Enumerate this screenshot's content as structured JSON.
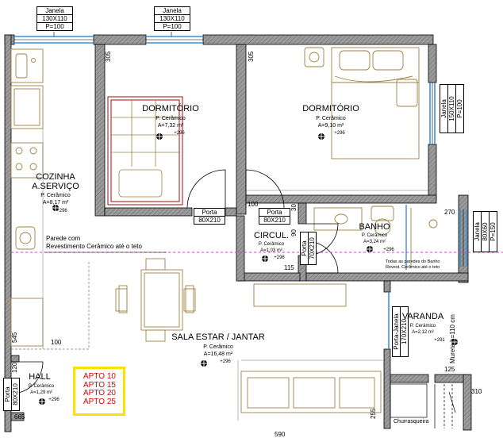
{
  "window_tags": [
    {
      "line1": "Janela",
      "line2": "130X110",
      "line3": "P=100"
    },
    {
      "line1": "Janela",
      "line2": "130X110",
      "line3": "P=100"
    },
    {
      "line1": "Janela",
      "line2": "150X110",
      "line3": "P=100"
    },
    {
      "line1": "Janela",
      "line2": "80X60",
      "line3": "P=150"
    }
  ],
  "door_tags": [
    {
      "line1": "Porta",
      "line2": "80X210"
    },
    {
      "line1": "Porta",
      "line2": "80X210"
    },
    {
      "line1": "Porta",
      "line2": "70X210"
    },
    {
      "line1": "Porta",
      "line2": "80X210"
    },
    {
      "line1": "Porta-Janela",
      "line2": "170X210"
    }
  ],
  "rooms": {
    "dorm1": {
      "name": "DORMITÓRIO",
      "floor": "P. Cerâmico",
      "area": "A=7,32 m²",
      "level": "+296"
    },
    "dorm2": {
      "name": "DORMITÓRIO",
      "floor": "P. Cerâmico",
      "area": "A=9,10 m²",
      "level": "+296"
    },
    "cozinha": {
      "name_line1": "COZINHA",
      "name_line2": "A.SERVIÇO",
      "floor": "P. Cerâmico",
      "area": "A=8,17 m²",
      "level": "+296"
    },
    "banho": {
      "name": "BANHO",
      "floor": "P. Cerâmico",
      "area": "A=3,24 m²",
      "level": "+296"
    },
    "circul": {
      "name": "CIRCUL.",
      "floor": "P. Cerâmico",
      "area": "A=1,03 m²",
      "level": "+296"
    },
    "sala": {
      "name": "SALA ESTAR / JANTAR",
      "floor": "P. Cerâmico",
      "area": "A=16,48 m²",
      "level": "+296"
    },
    "varanda": {
      "name": "VARANDA",
      "floor": "P. Cerâmico",
      "area": "A=2,12 m²",
      "level": "+291"
    },
    "hall": {
      "name": "HALL",
      "floor": "P. Cerâmico",
      "area": "A=1,29 m²",
      "level": "+296"
    }
  },
  "notes": {
    "parede_line1": "Parede com",
    "parede_line2": "Revestimento Cerâmico até o teto",
    "banho_line1": "Todas as paredes do Banho",
    "banho_line2": "Revest. Cerâmico até o teto",
    "mureta": "Mureta h=110 cm",
    "churrasqueira": "Churrasqueira"
  },
  "dimensions": {
    "d305a": "305",
    "d305b": "305",
    "d100a": "100",
    "d30": "30",
    "d270": "270",
    "d90": "90",
    "d115": "115",
    "d545": "545",
    "d100b": "100",
    "d120": "120",
    "d125": "125",
    "d255": "255",
    "d310": "310",
    "d665": "665",
    "d590": "590"
  },
  "apto_list": [
    "APTO 10",
    "APTO 15",
    "APTO 20",
    "APTO 25"
  ],
  "colors": {
    "wall_fill": "#8c8c8c",
    "wall_line": "#000000",
    "window_blue": "#3d8fd6",
    "bed_red": "#b02020",
    "dashed_magenta": "#d040d0",
    "apto_text": "#e00000",
    "apto_border": "#ffe000",
    "furniture": "#a08040"
  }
}
